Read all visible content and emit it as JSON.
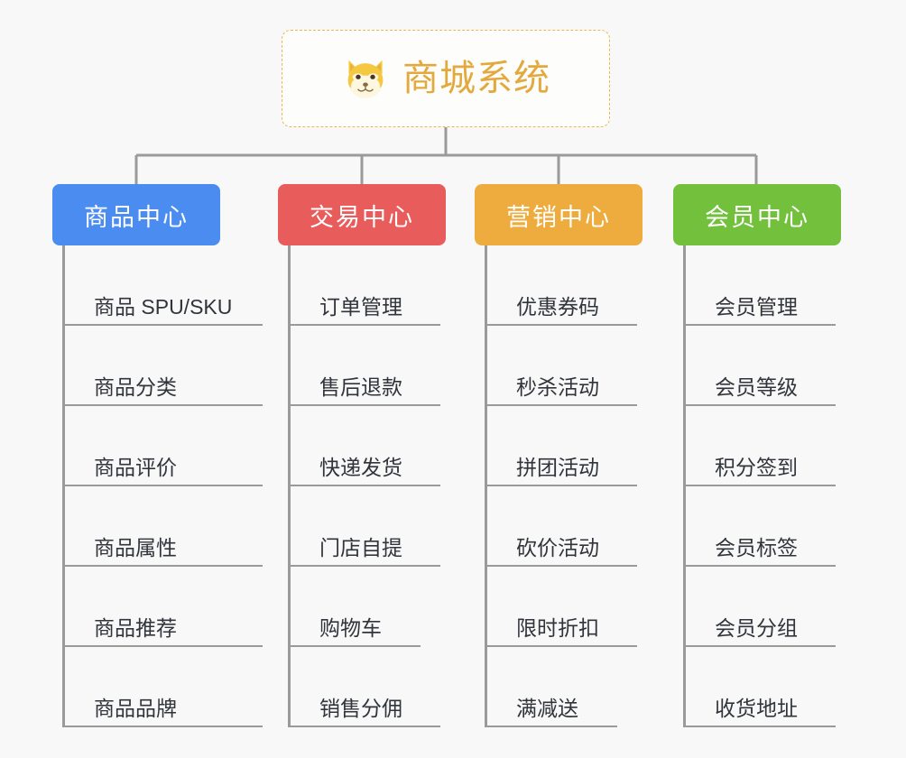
{
  "background_color": "#f8f8f8",
  "root": {
    "title": "商城系统",
    "icon": "shiba-dog-face-icon",
    "title_color": "#e3a93c",
    "border_color": "#e8b854"
  },
  "connector_color": "#9a9a9a",
  "branches": [
    {
      "label": "商品中心",
      "color": "#4a8cf0",
      "items": [
        "商品 SPU/SKU",
        "商品分类",
        "商品评价",
        "商品属性",
        "商品推荐",
        "商品品牌"
      ]
    },
    {
      "label": "交易中心",
      "color": "#e85c5c",
      "items": [
        "订单管理",
        "售后退款",
        "快递发货",
        "门店自提",
        "购物车",
        "销售分佣"
      ]
    },
    {
      "label": "营销中心",
      "color": "#eeac3e",
      "items": [
        "优惠券码",
        "秒杀活动",
        "拼团活动",
        "砍价活动",
        "限时折扣",
        "满减送"
      ]
    },
    {
      "label": "会员中心",
      "color": "#72c03c",
      "items": [
        "会员管理",
        "会员等级",
        "积分签到",
        "会员标签",
        "会员分组",
        "收货地址"
      ]
    }
  ]
}
